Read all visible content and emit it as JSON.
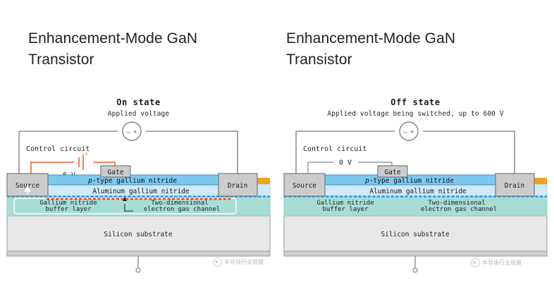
{
  "slides": [
    {
      "id": "on-state",
      "title": "Enhancement-Mode GaN\nTransistor",
      "figure": {
        "title": "On state",
        "subtitle": "Applied voltage",
        "source_symbol": "– +",
        "control_label": "Control circuit",
        "gate_voltage": "6 V",
        "control_color": "#f0602f",
        "blocks": {
          "source": "Source",
          "gate": "Gate",
          "drain": "Drain"
        },
        "layers": [
          {
            "name": "p-type gallium nitride",
            "italic_prefix": "p",
            "color": "#7ec8ef"
          },
          {
            "name": "Aluminum gallium nitride",
            "color": "#cfe9f8"
          },
          {
            "name": "Gallium nitride\nbuffer layer",
            "color": "#a7ddd5"
          },
          {
            "name": "Silicon substrate",
            "color": "#e8e8e8"
          }
        ],
        "annotation": "Two-dimensional\nelectron gas channel",
        "dashed_2deg_color": "#2196f3",
        "dashed_current_color": "#e8472a",
        "conducting": true
      }
    },
    {
      "id": "off-state",
      "title": "Enhancement-Mode GaN\nTransistor",
      "figure": {
        "title": "Off state",
        "subtitle": "Applied voltage being switched, up to 600 V",
        "source_symbol": "– +",
        "control_label": "Control circuit",
        "gate_voltage": "0 V",
        "control_color": "#9b9b9b",
        "blocks": {
          "source": "Source",
          "gate": "Gate",
          "drain": "Drain"
        },
        "layers": [
          {
            "name": "p-type gallium nitride",
            "italic_prefix": "p",
            "color": "#7ec8ef"
          },
          {
            "name": "Aluminum gallium nitride",
            "color": "#cfe9f8"
          },
          {
            "name": "Gallium nitride\nbuffer layer",
            "color": "#a7ddd5"
          },
          {
            "name": "Silicon substrate",
            "color": "#e8e8e8"
          }
        ],
        "annotation": "Two-dimensional\nelectron gas channel",
        "dashed_2deg_color": "#2196f3",
        "dashed_current_color": "#2196f3",
        "conducting": false
      }
    }
  ],
  "watermark": {
    "text": "半导体行业观察",
    "icon": "wechat-logo-icon"
  },
  "colors": {
    "metal_contact": "#f0a21b",
    "block_fill": "#cccccc",
    "block_stroke": "#6e6e6e",
    "wire": "#7a7a7a",
    "background": "#ffffff"
  }
}
